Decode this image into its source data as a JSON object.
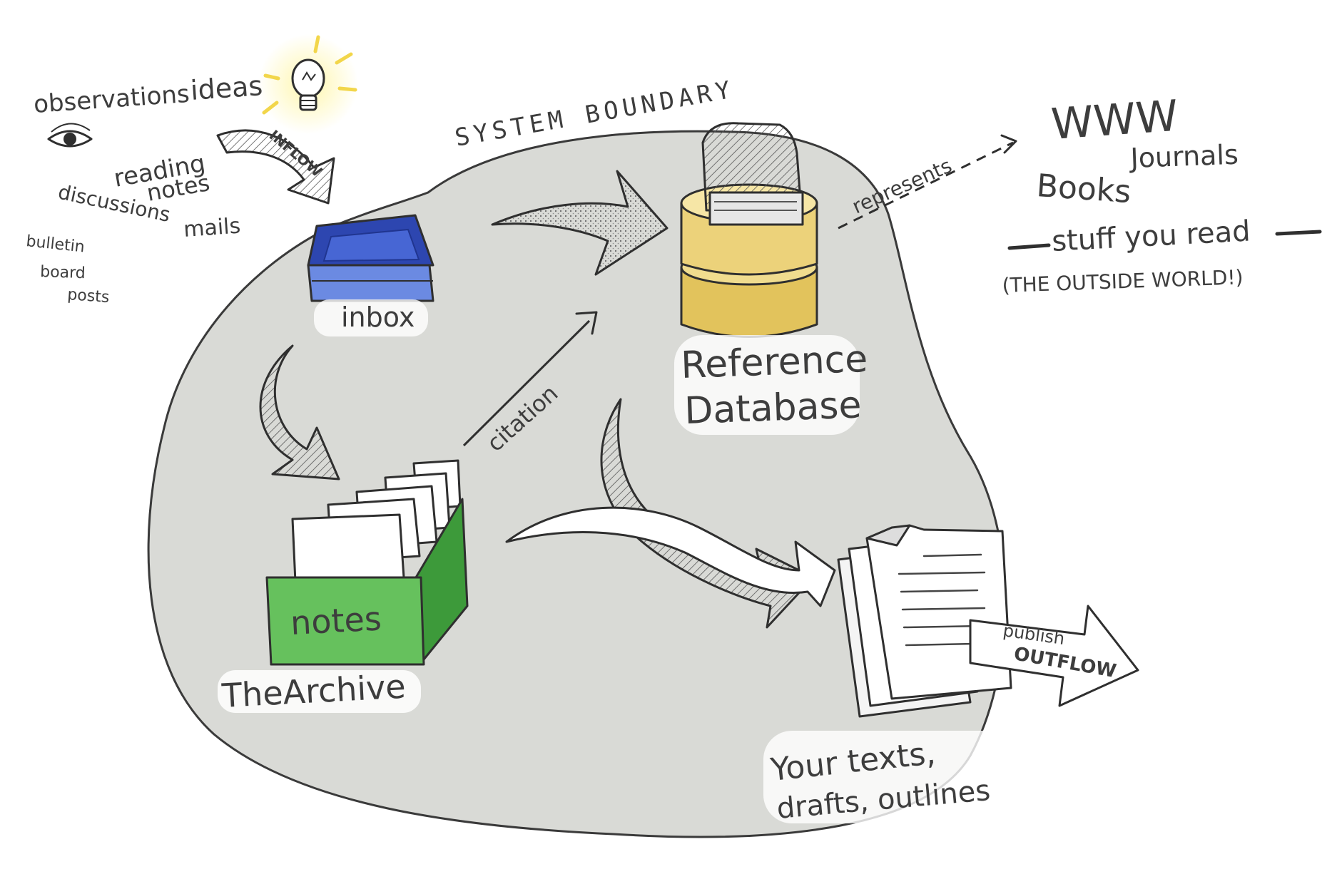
{
  "system": {
    "label": "SYSTEM BOUNDARY",
    "fill_color": "#d9dad6",
    "outline_color": "#3a3a3a"
  },
  "inputs": {
    "observations": "observations",
    "ideas": "ideas",
    "reading_notes_line1": "reading",
    "reading_notes_line2": "notes",
    "discussions": "discussions",
    "mails": "mails",
    "bulletin_line1": "bulletin",
    "bulletin_line2": "board",
    "bulletin_line3": "posts",
    "inflow": "INFLOW"
  },
  "inbox": {
    "label": "inbox",
    "color": "#4a63c6"
  },
  "archive": {
    "box_label": "notes",
    "title": "TheArchive",
    "color": "#5fbf57"
  },
  "reference_db": {
    "label_line1": "Reference",
    "label_line2": "Database",
    "color": "#e8cf73"
  },
  "citation": "citation",
  "represents": "represents",
  "outside": {
    "www": "WWW",
    "journals": "Journals",
    "books": "Books",
    "stuff": "stuff you read",
    "world": "(THE OUTSIDE WORLD!)"
  },
  "texts": {
    "line1": "Your texts,",
    "line2": "drafts, outlines"
  },
  "publish": {
    "label": "publish",
    "outflow": "OUTFLOW"
  },
  "icons": {
    "eye": "eye-icon",
    "lightbulb": "lightbulb-icon",
    "inbox_tray": "inbox-tray-icon",
    "card_box": "card-box-icon",
    "database": "database-icon",
    "documents": "documents-icon"
  }
}
